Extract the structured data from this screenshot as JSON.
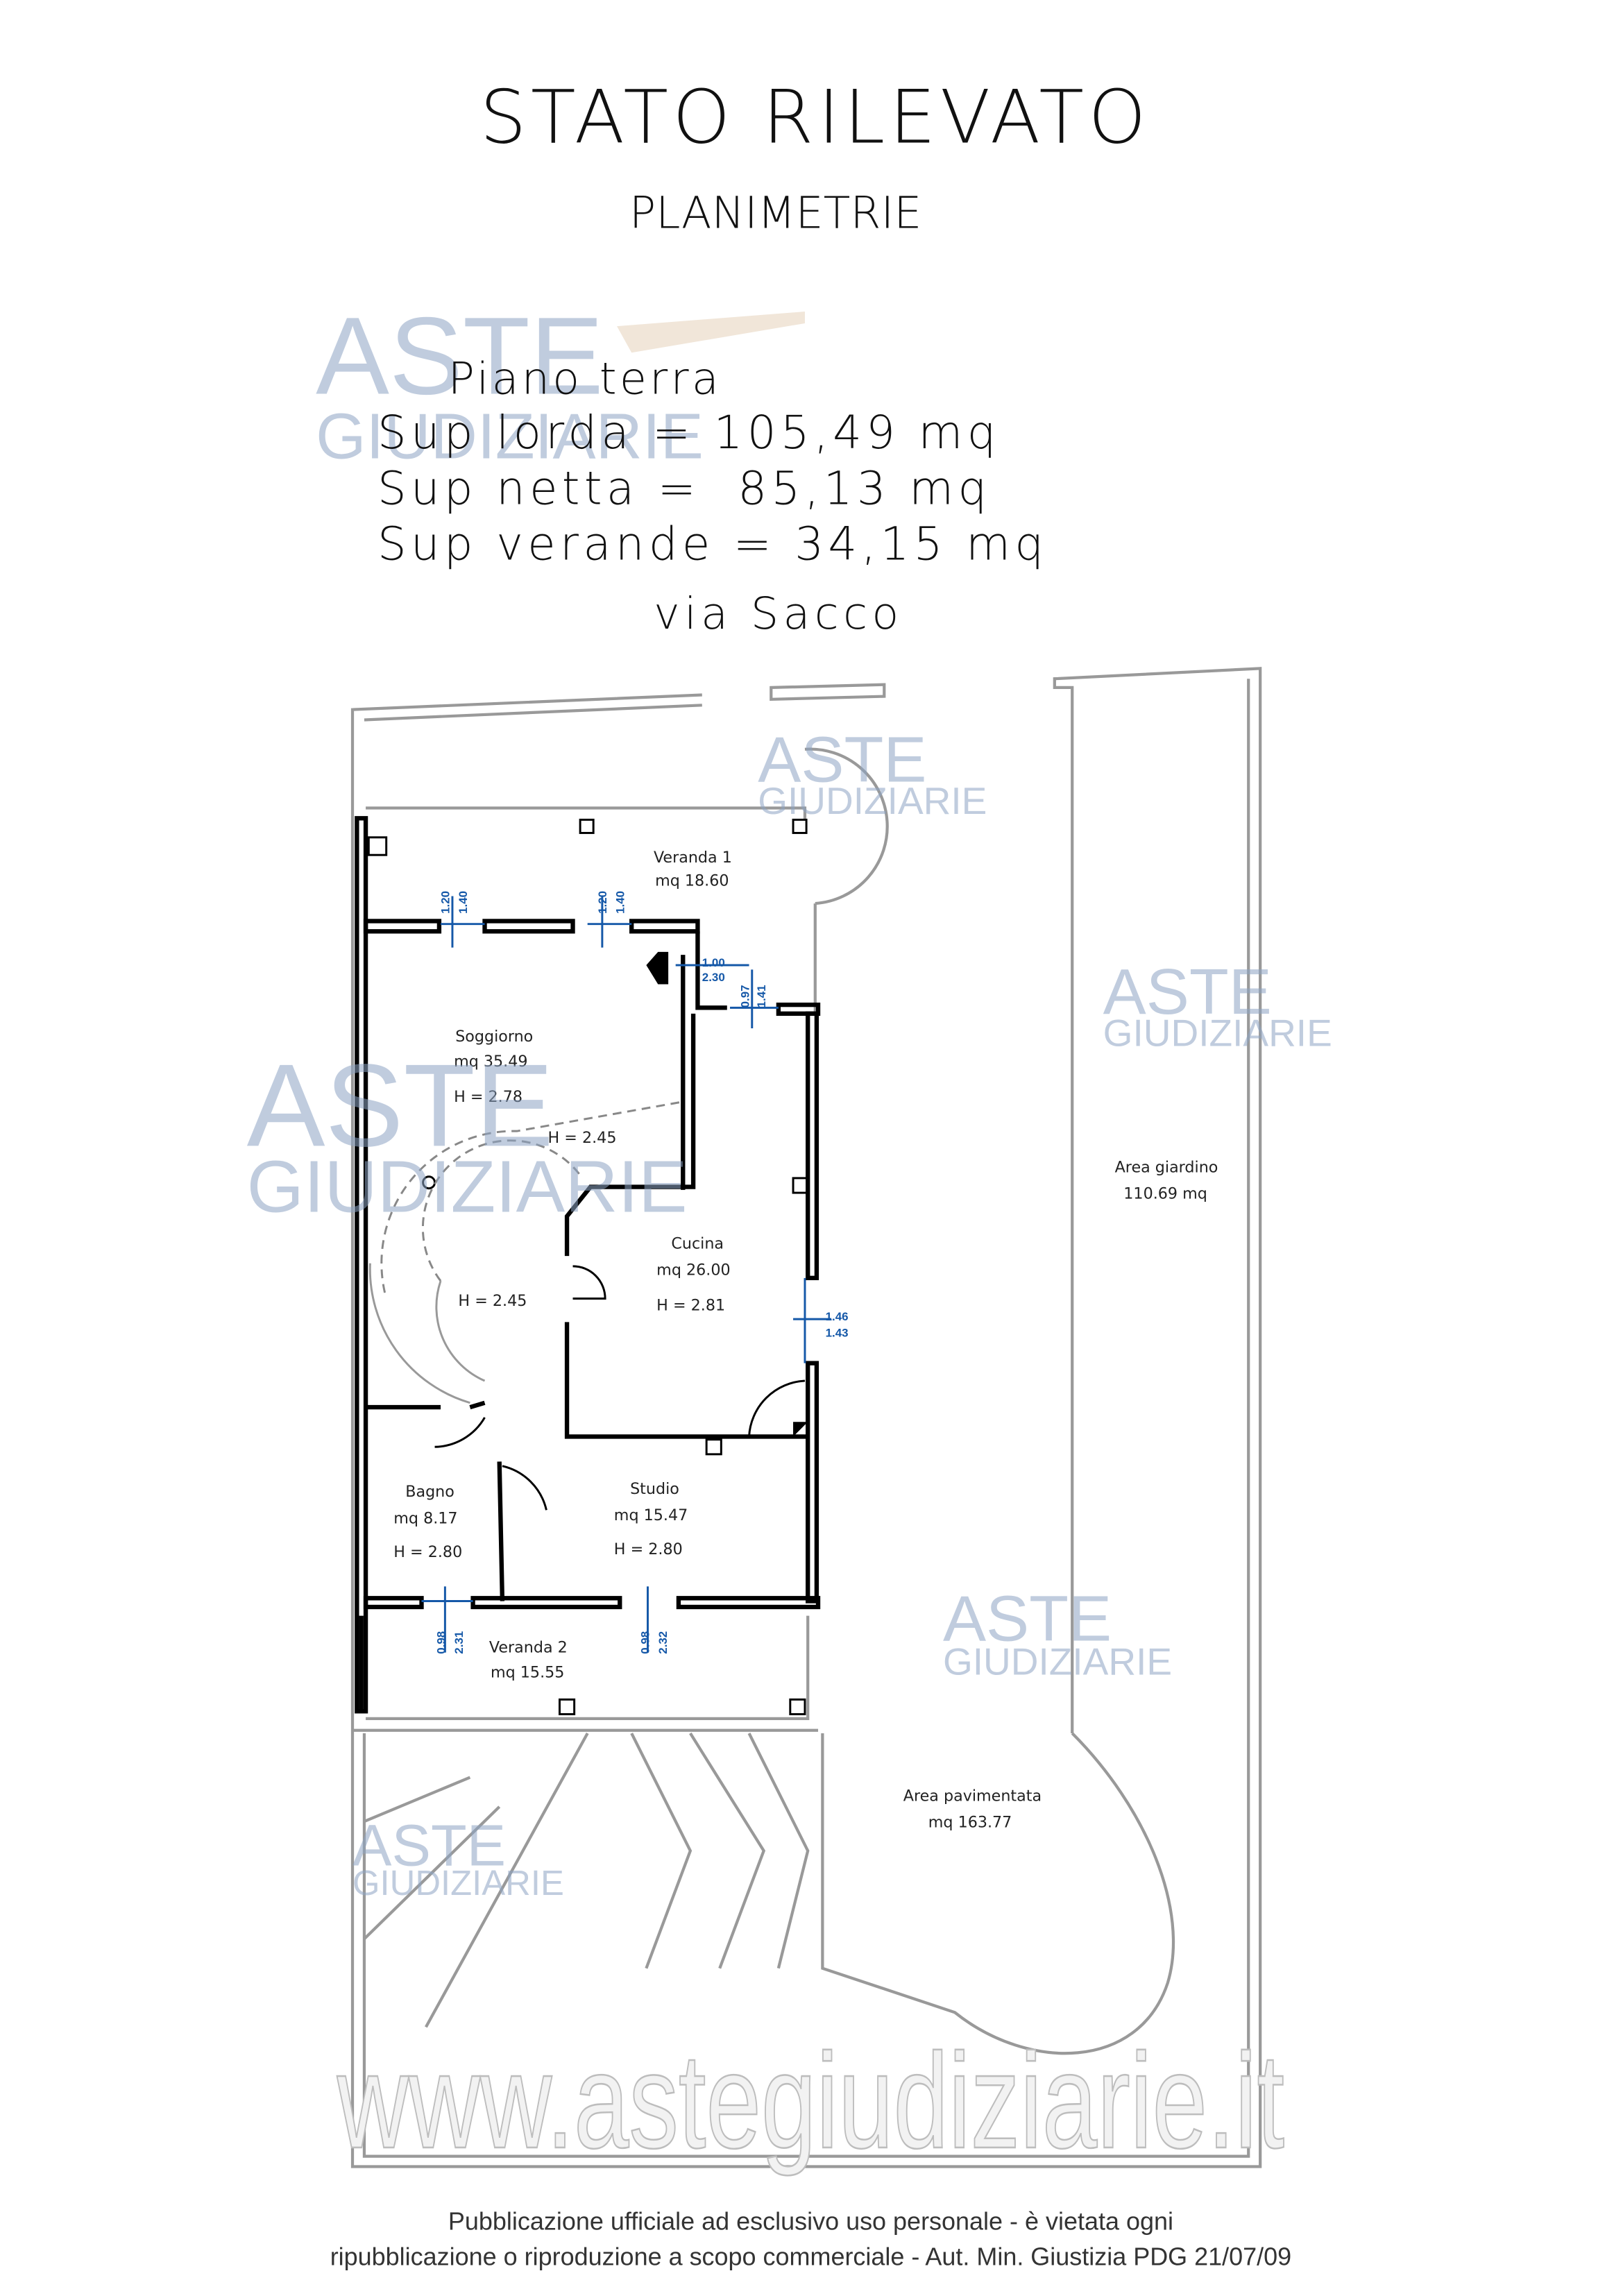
{
  "header": {
    "title": "STATO RILEVATO",
    "subtitle": "PLANIMETRIE"
  },
  "summary": {
    "floor": "Piano terra",
    "lines": [
      "Sup lorda = 105,49 mq",
      "Sup netta =  85,13 mq",
      "Sup verande = 34,15 mq"
    ],
    "street": "via Sacco"
  },
  "rooms": [
    {
      "name": "Veranda 1",
      "area": "mq 18.60"
    },
    {
      "name": "Soggiorno",
      "area": "mq 35.49",
      "height": "H = 2.78"
    },
    {
      "name": "Cucina",
      "area": "mq 26.00",
      "height": "H = 2.81"
    },
    {
      "name": "Bagno",
      "area": "mq 8.17",
      "height": "H = 2.80"
    },
    {
      "name": "Studio",
      "area": "mq 15.47",
      "height": "H = 2.80"
    },
    {
      "name": "Veranda 2",
      "area": "mq 15.55"
    },
    {
      "name": "Area giardino",
      "area": "110.69 mq"
    },
    {
      "name": "Area pavimentata",
      "area": "mq 163.77"
    }
  ],
  "extra_heights": [
    "H = 2.45",
    "H = 2.45"
  ],
  "openings": [
    [
      "1.20",
      "1.40"
    ],
    [
      "1.20",
      "1.40"
    ],
    [
      "1.00",
      "2.30"
    ],
    [
      "0.97",
      "1.41"
    ],
    [
      "1.46",
      "1.43"
    ],
    [
      "0.98",
      "2.31"
    ],
    [
      "0.98",
      "2.32"
    ]
  ],
  "watermark": {
    "line1": "ASTE",
    "line2": "GIUDIZIARIE",
    "url": "www.astegiudiziarie.it"
  },
  "footer": {
    "line1": "Pubblicazione ufficiale ad esclusivo uso personale - è vietata ogni",
    "line2": "ripubblicazione o riproduzione a scopo commerciale - Aut. Min. Giustizia PDG 21/07/09"
  }
}
